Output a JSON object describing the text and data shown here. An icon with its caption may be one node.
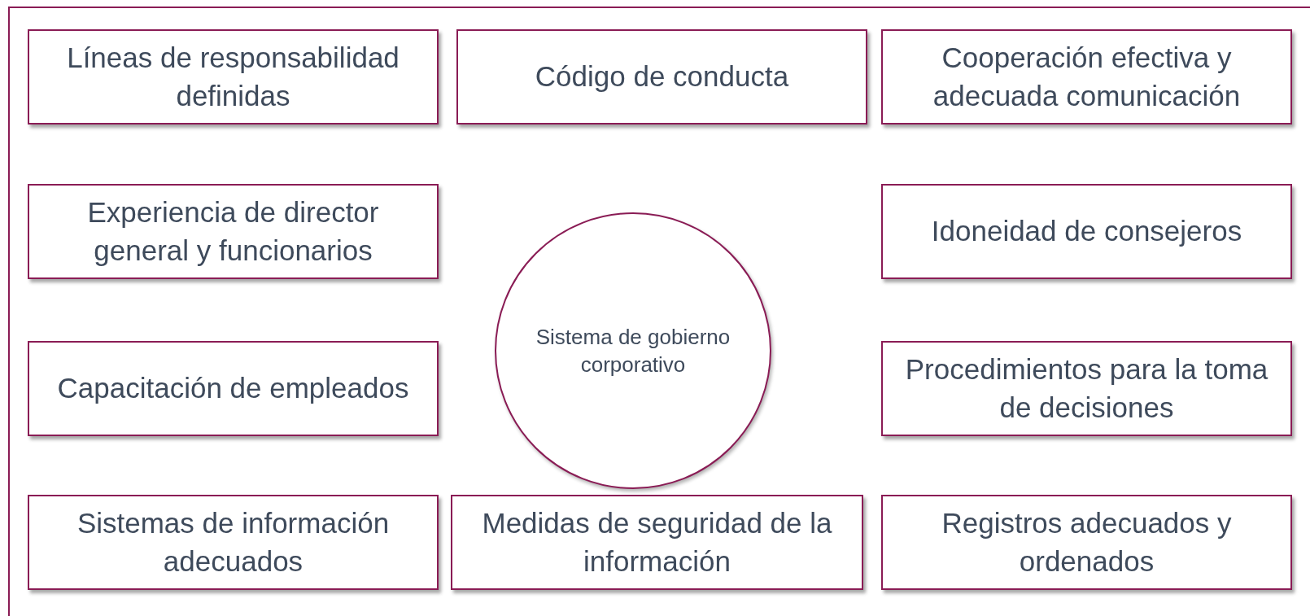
{
  "diagram": {
    "nodes": [
      {
        "text": [
          "Líneas de responsabilidad definidas"
        ]
      },
      {
        "text": [
          "Código de conducta"
        ]
      },
      {
        "text": [
          "Cooperación efectiva y adecuada comunicación"
        ]
      },
      {
        "text": [
          "Experiencia de director general y funcionarios"
        ]
      },
      {
        "text": [
          "Sistema de gobierno corporativo"
        ]
      },
      {
        "text": [
          "Idoneidad de consejeros"
        ]
      },
      {
        "text": [
          "Capacitación de empleados"
        ]
      },
      {
        "text": [
          "Procedimientos para la toma de decisiones"
        ]
      },
      {
        "text": [
          "Sistemas de información adecuados"
        ]
      },
      {
        "text": [
          "Medidas de seguridad de la información"
        ]
      },
      {
        "text": [
          "Registros adecuados y ordenados"
        ]
      }
    ]
  }
}
